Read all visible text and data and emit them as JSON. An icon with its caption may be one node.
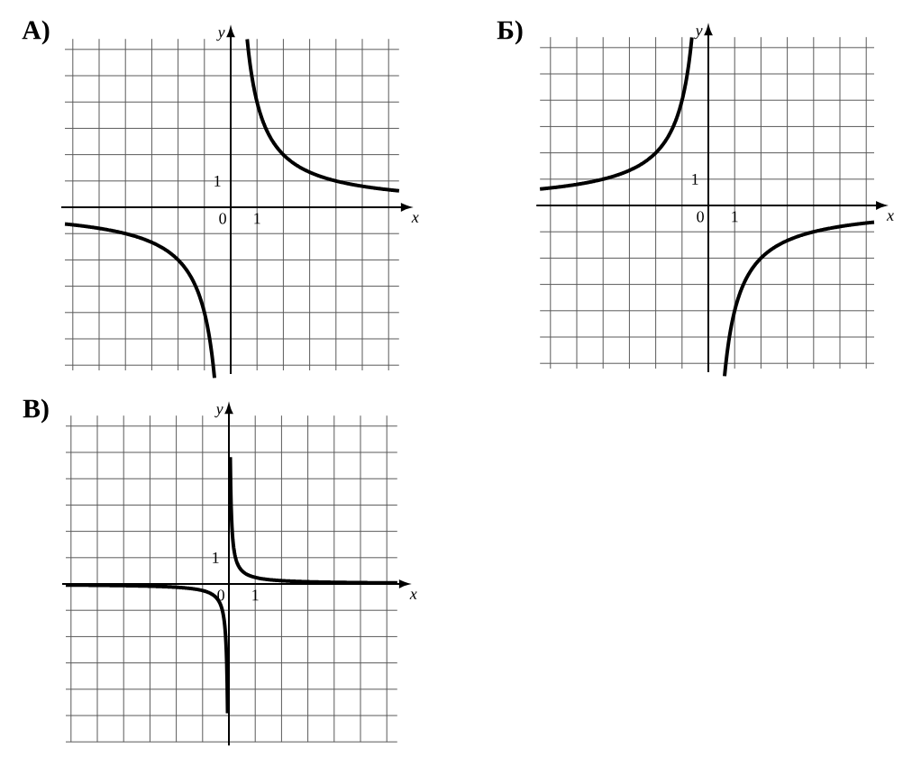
{
  "diagram": {
    "labels": [
      "А)",
      "y",
      "1",
      "0",
      "1",
      "x",
      "Б)",
      "y",
      "1",
      "0",
      "1",
      "x",
      "В)",
      "y",
      "1",
      "0",
      "1",
      "x"
    ]
  }
}
